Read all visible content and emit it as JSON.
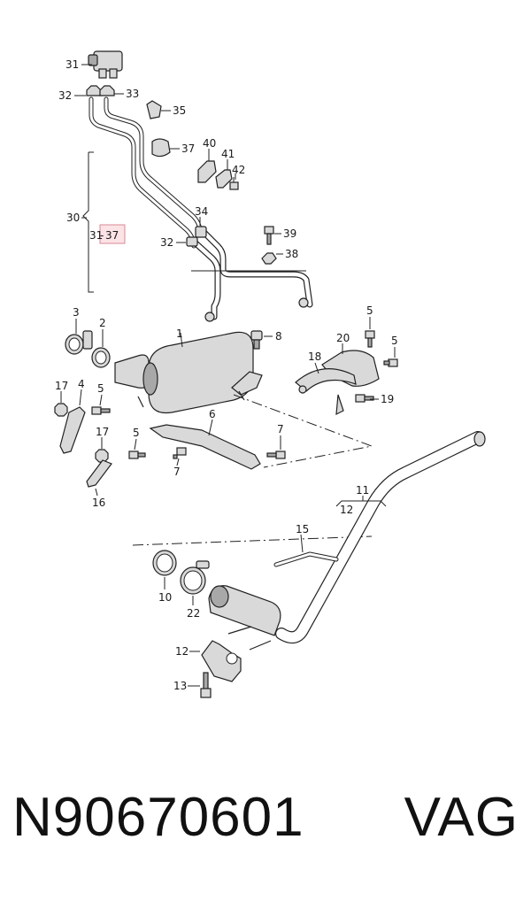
{
  "diagram": {
    "callouts": {
      "c31": "31",
      "c32a": "32",
      "c33": "33",
      "c35": "35",
      "c37": "37",
      "c40": "40",
      "c41": "41",
      "c42": "42",
      "c30": "30",
      "c31_37_left": "31",
      "c31_37_right": "37",
      "c34": "34",
      "c32b": "32",
      "c39": "39",
      "c38": "38",
      "c3": "3",
      "c2": "2",
      "c1": "1",
      "c8": "8",
      "c5a": "5",
      "c20": "20",
      "c5b": "5",
      "c18": "18",
      "c19": "19",
      "c17a": "17",
      "c4": "4",
      "c5c": "5",
      "c6": "6",
      "c7a": "7",
      "c17b": "17",
      "c5d": "5",
      "c7b": "7",
      "c16": "16",
      "c11": "11",
      "c12a": "12",
      "c15": "15",
      "c10": "10",
      "c22": "22",
      "c12b": "12",
      "c13": "13"
    },
    "range_separator": "-"
  },
  "footer": {
    "part_number": "N90670601",
    "brand": "VAG"
  }
}
